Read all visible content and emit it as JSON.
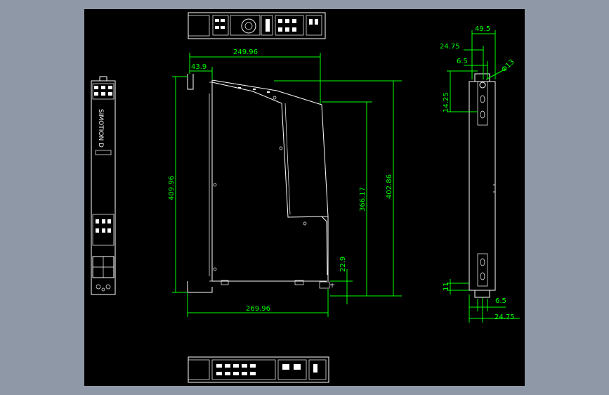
{
  "dimensions": {
    "width_top": "249.96",
    "offset_left": "43.9",
    "height_left": "409.96",
    "height_right_outer": "402.86",
    "height_right_inner": "366.17",
    "small_bottom": "22.9",
    "width_bottom": "269.96",
    "side_width_total": "49.5",
    "side_offset_top": "24.75",
    "side_hole_spacing_top": "6.5",
    "side_hole_diameter": "Φ13",
    "side_vertical_offset": "14.25",
    "side_hole_spacing_bottom": "6.5",
    "side_offset_bottom": "24.75",
    "side_small_left": "11"
  },
  "labels": {
    "device_name": "SIMOTION D"
  },
  "colors": {
    "background": "#8f98a6",
    "canvas": "#000000",
    "dimension": "#00ff00",
    "geometry": "#ffffff"
  }
}
